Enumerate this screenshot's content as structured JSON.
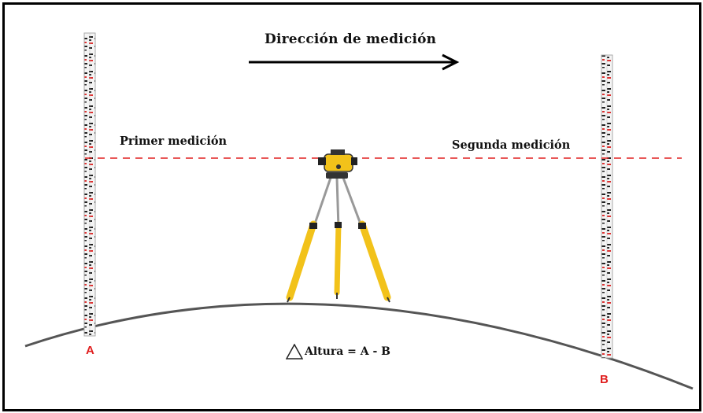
{
  "title": "Dirección de medición",
  "first_reading": "Primer medición",
  "second_reading": "Segunda medición",
  "point_a": "A",
  "point_b": "B",
  "formula": "Altura = A - B",
  "colors": {
    "sight_line": "#e02020",
    "tripod": "#f2c21a",
    "level_body": "#f2c21a",
    "point_label": "#e02020",
    "ground": "#555555"
  }
}
